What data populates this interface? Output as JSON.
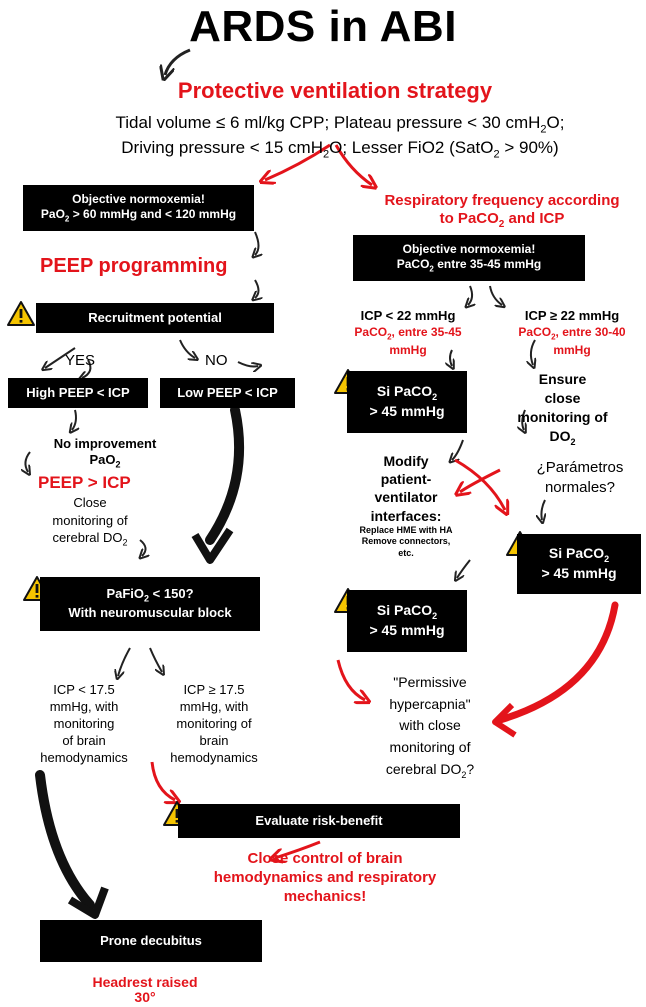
{
  "title": "ARDS in ABI",
  "strategy": {
    "heading": "Protective ventilation strategy",
    "line1": "Tidal volume ≤ 6 ml/kg CPP; Plateau pressure < 30 cmH",
    "line1_sub": "2",
    "line1_end": "O;",
    "line2_a": "Driving pressure < 15 cmH",
    "line2_sub1": "2",
    "line2_b": "O; Lesser FiO2 (SatO",
    "line2_sub2": "2",
    "line2_c": " > 90%)"
  },
  "left": {
    "normoxemia_box": {
      "line1": "Objective normoxemia!",
      "line2_a": "PaO",
      "line2_sub": "2",
      "line2_b": " > 60 mmHg and < 120 mmHg"
    },
    "peep_heading": "PEEP programming",
    "recruitment_box": "Recruitment potential",
    "yes": "YES",
    "no": "NO",
    "high_peep_box": "High PEEP < ICP",
    "low_peep_box": "Low PEEP < ICP",
    "no_improvement_1": "No improvement",
    "no_improvement_2a": "PaO",
    "no_improvement_2sub": "2",
    "peep_gt_icp": "PEEP > ICP",
    "close_monitoring_1": "Close",
    "close_monitoring_2": "monitoring of",
    "close_monitoring_3a": "cerebral DO",
    "close_monitoring_3sub": "2",
    "pafio2_box_line1a": "PaFiO",
    "pafio2_box_line1sub": "2",
    "pafio2_box_line1b": " < 150?",
    "pafio2_box_line2": "With neuromuscular block",
    "icp_low_1": "ICP < 17.5",
    "icp_low_2": "mmHg, with",
    "icp_low_3": "monitoring",
    "icp_low_4": "of brain",
    "icp_low_5": "hemodynamics",
    "icp_high_1": "ICP ≥ 17.5",
    "icp_high_2": "mmHg, with",
    "icp_high_3": "monitoring of",
    "icp_high_4": "brain",
    "icp_high_5": "hemodynamics"
  },
  "right": {
    "resp_freq_1": "Respiratory frequency according",
    "resp_freq_2a": "to PaCO",
    "resp_freq_2sub": "2",
    "resp_freq_2b": " and ICP",
    "normoxemia_box": {
      "line1": "Objective normoxemia!",
      "line2_a": "PaCO",
      "line2_sub": "2",
      "line2_b": " entre 35-45 mmHg"
    },
    "icp_lt22": "ICP < 22 mmHg",
    "icp_lt22_red_a": "PaCO",
    "icp_lt22_red_sub": "2",
    "icp_lt22_red_b": ", entre 35-45",
    "icp_lt22_red_c": "mmHg",
    "icp_ge22": "ICP ≥ 22 mmHg",
    "icp_ge22_red_a": "PaCO",
    "icp_ge22_red_sub": "2",
    "icp_ge22_red_b": ", entre 30-40",
    "icp_ge22_red_c": "mmHg",
    "si_paco2_1_a": "Si PaCO",
    "si_paco2_1_sub": "2",
    "si_paco2_1_b": "> 45 mmHg",
    "ensure_1": "Ensure",
    "ensure_2": "close",
    "ensure_3": "monitoring of",
    "ensure_4a": "DO",
    "ensure_4sub": "2",
    "params_1": "¿Parámetros",
    "params_2": "normales?",
    "modify_1": "Modify",
    "modify_2": "patient-",
    "modify_3": "ventilator",
    "modify_4": "interfaces:",
    "modify_5": "Replace HME with HA",
    "modify_6": "Remove connectors,",
    "modify_7": "etc.",
    "si_paco2_2_a": "Si PaCO",
    "si_paco2_2_sub": "2",
    "si_paco2_2_b": "> 45 mmHg",
    "si_paco2_3_a": "Si PaCO",
    "si_paco2_3_sub": "2",
    "si_paco2_3_b": "> 45 mmHg",
    "permissive_1": "\"Permissive",
    "permissive_2": "hypercapnia\"",
    "permissive_3": "with close",
    "permissive_4": "monitoring of",
    "permissive_5a": "cerebral DO",
    "permissive_5sub": "2",
    "permissive_5b": "?"
  },
  "bottom": {
    "evaluate_box": "Evaluate risk-benefit",
    "close_control_1": "Close control of brain",
    "close_control_2": "hemodynamics and respiratory",
    "close_control_3": "mechanics!",
    "prone_box": "Prone decubitus",
    "headrest_1": "Headrest raised",
    "headrest_2": "30°"
  },
  "colors": {
    "accent_red": "#e3141b",
    "box_black": "#000000",
    "warning_yellow": "#f5c400"
  },
  "icons": [
    "warning-icon",
    "curved-arrow-icon"
  ]
}
